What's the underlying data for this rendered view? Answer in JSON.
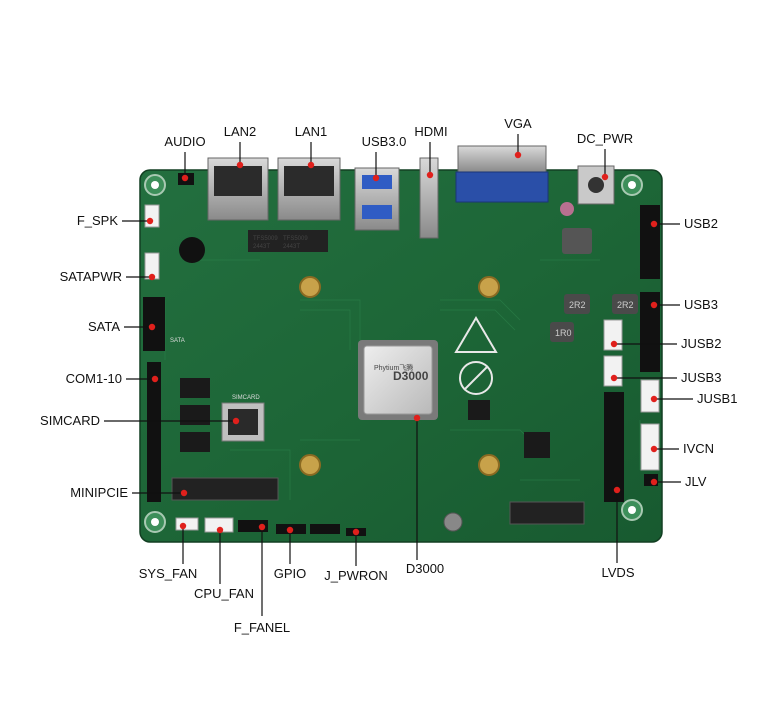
{
  "diagram": {
    "chip": {
      "brand": "Phytium飞腾",
      "model": "D3000"
    },
    "board_markings": {
      "transformer_brand": "TFS5009",
      "transformer_code": "2443T",
      "silk_sata": "SATA",
      "silk_simcard": "SIMCARD",
      "inductor_1": "2R2",
      "inductor_2": "2R2",
      "inductor_3": "1R0"
    },
    "callouts": [
      {
        "id": "audio",
        "label": "AUDIO"
      },
      {
        "id": "lan2",
        "label": "LAN2"
      },
      {
        "id": "lan1",
        "label": "LAN1"
      },
      {
        "id": "usb30",
        "label": "USB3.0"
      },
      {
        "id": "hdmi",
        "label": "HDMI"
      },
      {
        "id": "vga",
        "label": "VGA"
      },
      {
        "id": "dcpwr",
        "label": "DC_PWR"
      },
      {
        "id": "fspk",
        "label": "F_SPK"
      },
      {
        "id": "satapwr",
        "label": "SATAPWR"
      },
      {
        "id": "sata",
        "label": "SATA"
      },
      {
        "id": "com",
        "label": "COM1-10"
      },
      {
        "id": "simcard",
        "label": "SIMCARD"
      },
      {
        "id": "minipcie",
        "label": "MINIPCIE"
      },
      {
        "id": "sysfan",
        "label": "SYS_FAN"
      },
      {
        "id": "cpufan",
        "label": "CPU_FAN"
      },
      {
        "id": "ffanel",
        "label": "F_FANEL"
      },
      {
        "id": "gpio",
        "label": "GPIO"
      },
      {
        "id": "jpwron",
        "label": "J_PWRON"
      },
      {
        "id": "d3000",
        "label": "D3000"
      },
      {
        "id": "lvds",
        "label": "LVDS"
      },
      {
        "id": "usb2",
        "label": "USB2"
      },
      {
        "id": "usb3",
        "label": "USB3"
      },
      {
        "id": "jusb2",
        "label": "JUSB2"
      },
      {
        "id": "jusb3",
        "label": "JUSB3"
      },
      {
        "id": "jusb1",
        "label": "JUSB1"
      },
      {
        "id": "ivcn",
        "label": "IVCN"
      },
      {
        "id": "jlv",
        "label": "JLV"
      }
    ],
    "colors": {
      "pcb": "#1f6b3a",
      "pcb_dark": "#17552d",
      "callout_dot": "#e0201c",
      "line": "#111111",
      "vga_port": "#2a4fa8"
    }
  }
}
